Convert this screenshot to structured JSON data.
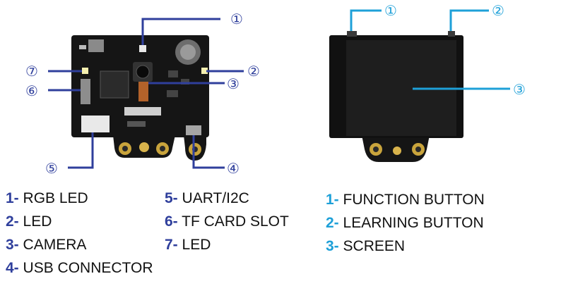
{
  "callouts": {
    "front": [
      "①",
      "②",
      "③",
      "④",
      "⑤",
      "⑥",
      "⑦"
    ],
    "back": [
      "①",
      "②",
      "③"
    ]
  },
  "legend_left_col1": [
    {
      "num": "1-",
      "text": "RGB LED"
    },
    {
      "num": "2-",
      "text": "LED"
    },
    {
      "num": "3-",
      "text": "CAMERA"
    },
    {
      "num": "4-",
      "text": "USB CONNECTOR"
    }
  ],
  "legend_left_col2": [
    {
      "num": "5-",
      "text": "UART/I2C"
    },
    {
      "num": "6-",
      "text": "TF CARD SLOT"
    },
    {
      "num": "7-",
      "text": "LED"
    }
  ],
  "legend_right": [
    {
      "num": "1-",
      "text": "FUNCTION BUTTON"
    },
    {
      "num": "2-",
      "text": "LEARNING BUTTON"
    },
    {
      "num": "3-",
      "text": "SCREEN"
    }
  ],
  "colors": {
    "front_callout": "#2f3f9c",
    "back_callout": "#1ea0d8",
    "board": "#141414"
  }
}
